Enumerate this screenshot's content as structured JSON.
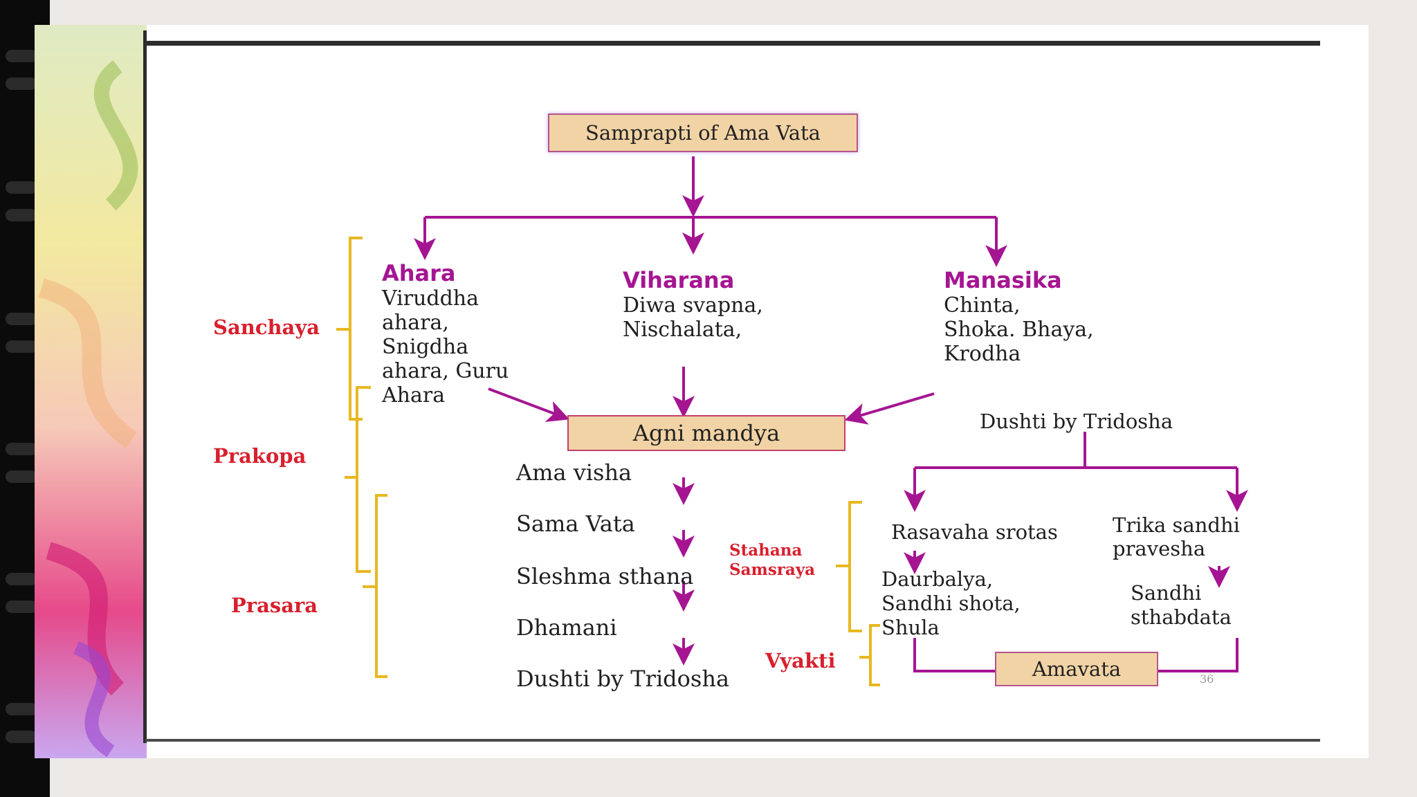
{
  "title": "Samprapti of Ama Vata",
  "causes": [
    {
      "heading": "Ahara",
      "lines": [
        "Viruddha",
        "ahara,",
        "Snigdha",
        "ahara, Guru",
        "Ahara"
      ]
    },
    {
      "heading": "Viharana",
      "lines": [
        "Diwa svapna,",
        "Nischalata,"
      ]
    },
    {
      "heading": "Manasika",
      "lines": [
        "Chinta,",
        "Shoka. Bhaya,",
        "Krodha"
      ]
    }
  ],
  "stages": [
    "Sanchaya",
    "Prakopa",
    "Prasara",
    "Stahana",
    "Samsraya",
    "Vyakti"
  ],
  "agni": "Agni mandya",
  "chain": [
    "Ama visha",
    "Sama Vata",
    "Sleshma sthana",
    "Dhamani",
    "Dushti by Tridosha"
  ],
  "right": {
    "top": "Dushti by Tridosha",
    "left_branch": [
      "Rasavaha srotas",
      "Daurbalya,",
      "Sandhi shota,",
      "Shula"
    ],
    "right_branch": [
      "Trika sandhi",
      "pravesha",
      "Sandhi",
      "sthabdata"
    ],
    "result": "Amavata"
  },
  "page_number": "36",
  "colors": {
    "arrow": "#a51592",
    "bracket": "#e8b820",
    "stage": "#d8202e",
    "box_fill": "#f1d3a5",
    "box_border": "#b4548c"
  }
}
